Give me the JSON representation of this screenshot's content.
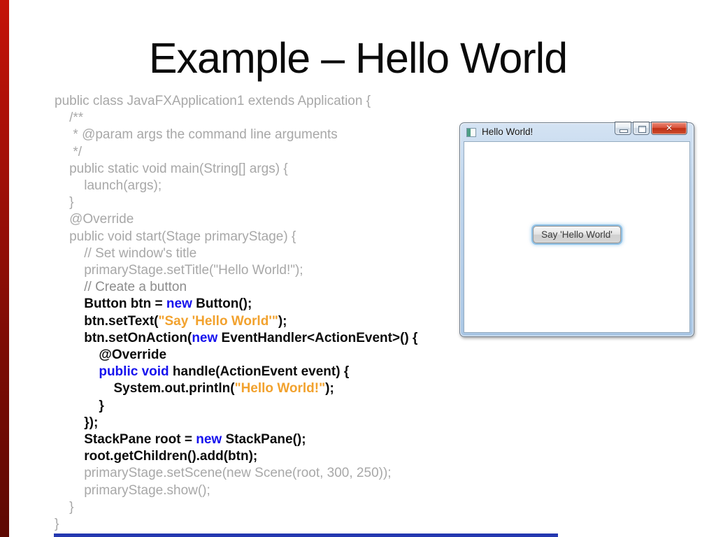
{
  "slide": {
    "title": "Example – Hello World"
  },
  "code": {
    "lines": [
      {
        "segments": [
          {
            "style": "muted",
            "text": "public class JavaFXApplication1 extends Application {"
          }
        ]
      },
      {
        "segments": [
          {
            "style": "muted",
            "text": "    /**"
          }
        ]
      },
      {
        "segments": [
          {
            "style": "muted",
            "text": "     * @param args the command line arguments"
          }
        ]
      },
      {
        "segments": [
          {
            "style": "muted",
            "text": "     */"
          }
        ]
      },
      {
        "segments": [
          {
            "style": "muted",
            "text": "    public static void main(String[] args) {"
          }
        ]
      },
      {
        "segments": [
          {
            "style": "muted",
            "text": "        launch(args);"
          }
        ]
      },
      {
        "segments": [
          {
            "style": "muted",
            "text": "    }"
          }
        ]
      },
      {
        "segments": [
          {
            "style": "muted",
            "text": "    @Override"
          }
        ]
      },
      {
        "segments": [
          {
            "style": "muted",
            "text": "    public void start(Stage primaryStage) {"
          }
        ]
      },
      {
        "segments": [
          {
            "style": "muted",
            "text": "        // Set window's title"
          }
        ]
      },
      {
        "segments": [
          {
            "style": "muted",
            "text": "        primaryStage.setTitle(\"Hello World!\");"
          }
        ]
      },
      {
        "segments": [
          {
            "style": "comment",
            "text": "        // Create a button"
          }
        ]
      },
      {
        "segments": [
          {
            "style": "plain",
            "text": "        Button btn = "
          },
          {
            "style": "kw",
            "text": "new"
          },
          {
            "style": "plain",
            "text": " Button();"
          }
        ]
      },
      {
        "segments": [
          {
            "style": "plain",
            "text": "        btn.setText("
          },
          {
            "style": "str",
            "text": "\"Say 'Hello World'\""
          },
          {
            "style": "plain",
            "text": ");"
          }
        ]
      },
      {
        "segments": [
          {
            "style": "plain",
            "text": "        btn.setOnAction("
          },
          {
            "style": "kw",
            "text": "new"
          },
          {
            "style": "plain",
            "text": " EventHandler<ActionEvent>() {"
          }
        ]
      },
      {
        "segments": [
          {
            "style": "plain",
            "text": "            @Override"
          }
        ]
      },
      {
        "segments": [
          {
            "style": "kw",
            "text": "            public void"
          },
          {
            "style": "plain",
            "text": " handle(ActionEvent event) {"
          }
        ]
      },
      {
        "segments": [
          {
            "style": "plain",
            "text": "                System.out.println("
          },
          {
            "style": "str",
            "text": "\"Hello World!\""
          },
          {
            "style": "plain",
            "text": ");"
          }
        ]
      },
      {
        "segments": [
          {
            "style": "plain",
            "text": "            }"
          }
        ]
      },
      {
        "segments": [
          {
            "style": "plain",
            "text": "        });"
          }
        ]
      },
      {
        "segments": [
          {
            "style": "plain",
            "text": "        StackPane root = "
          },
          {
            "style": "kw",
            "text": "new"
          },
          {
            "style": "plain",
            "text": " StackPane();"
          }
        ]
      },
      {
        "segments": [
          {
            "style": "plain",
            "text": "        root.getChildren().add(btn);"
          }
        ]
      },
      {
        "segments": [
          {
            "style": "muted",
            "text": "        primaryStage.setScene(new Scene(root, 300, 250));"
          }
        ]
      },
      {
        "segments": [
          {
            "style": "muted",
            "text": "        primaryStage.show();"
          }
        ]
      },
      {
        "segments": [
          {
            "style": "muted",
            "text": "    }"
          }
        ]
      },
      {
        "segments": [
          {
            "style": "muted",
            "text": "}"
          }
        ]
      }
    ]
  },
  "app_window": {
    "title": "Hello World!",
    "button_label": "Say 'Hello World'",
    "controls": {
      "minimize": "minimize",
      "maximize": "maximize",
      "close": "close",
      "close_glyph": "✕"
    }
  },
  "colors": {
    "code_muted": "#a8a8a8",
    "code_plain": "#0b0b0b",
    "code_keyword": "#1612ee",
    "code_string": "#f2a22e",
    "left_accent_bar": "#a31008",
    "bottom_accent_bar": "#2438b0",
    "window_frame": "#b5cde8",
    "close_button": "#c03015"
  }
}
